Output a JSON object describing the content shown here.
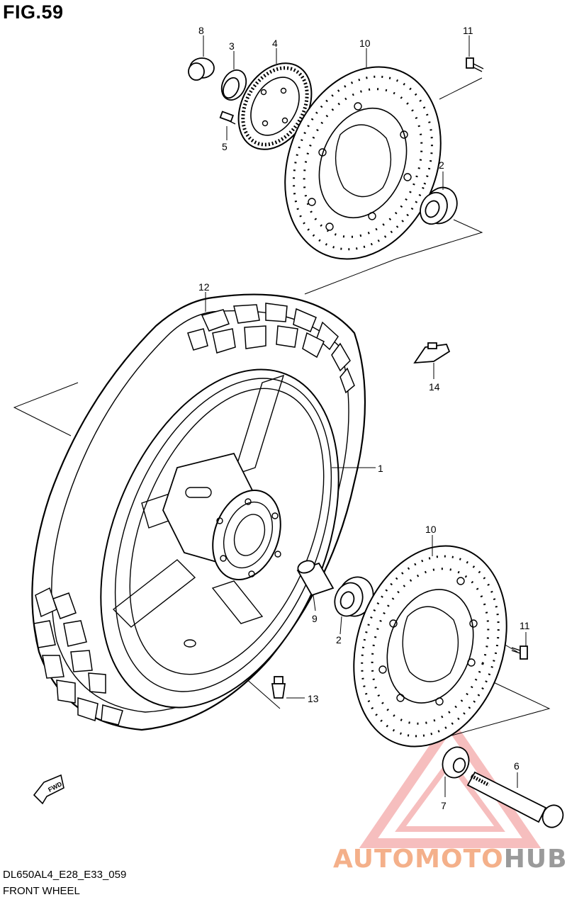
{
  "figure": {
    "title": "FIG.59"
  },
  "callouts": {
    "c1": "1",
    "c2a": "2",
    "c2b": "2",
    "c3": "3",
    "c4": "4",
    "c5": "5",
    "c6": "6",
    "c7": "7",
    "c8": "8",
    "c9": "9",
    "c10a": "10",
    "c10b": "10",
    "c11a": "11",
    "c11b": "11",
    "c12": "12",
    "c13": "13",
    "c14": "14"
  },
  "direction_badge": "FWD",
  "footer": {
    "code": "DL650AL4_E28_E33_059",
    "name": "FRONT WHEEL"
  },
  "watermark": {
    "part_a": "AUTOMOTO",
    "part_b": "HUB",
    "color_a": "#f4b08a",
    "color_b": "#9a9a9a"
  }
}
